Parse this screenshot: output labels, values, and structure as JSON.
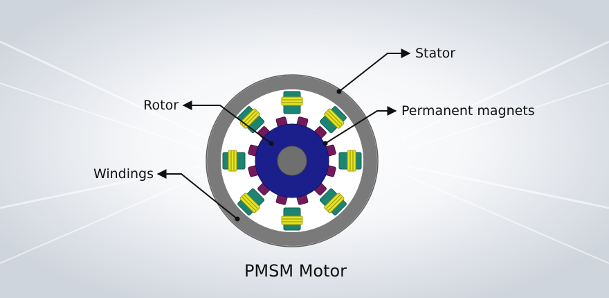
{
  "diagram": {
    "caption": "PMSM Motor",
    "labels": {
      "stator": "Stator",
      "rotor": "Rotor",
      "permanent_magnets": "Permanent magnets",
      "windings": "Windings"
    }
  },
  "colors": {
    "stator": "#7a7a7a",
    "stator_edge": "#5e5e5e",
    "rotor": "#1b1f8c",
    "shaft": "#6f6f6f",
    "magnets": "#741a5c",
    "tooth": "#1e8472",
    "winding": "#e6e41e",
    "label_text": "#111111"
  }
}
